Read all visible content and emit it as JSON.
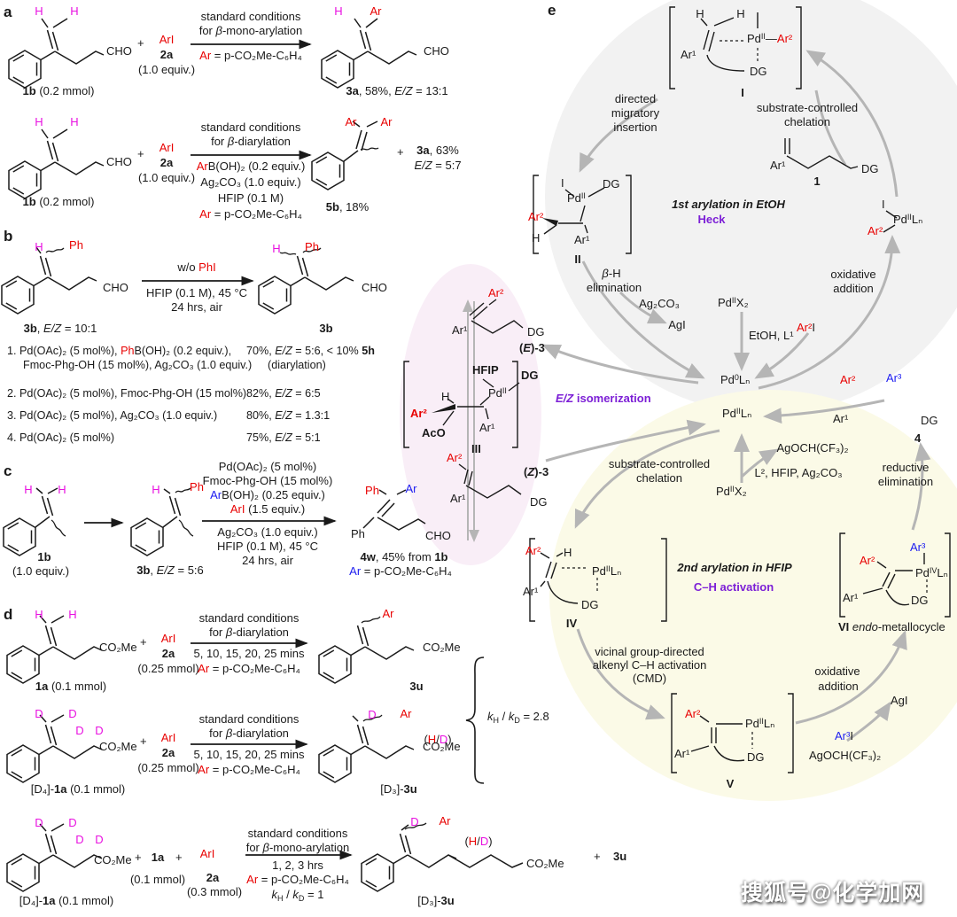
{
  "colors": {
    "red": "#e80202",
    "magenta": "#e811e0",
    "blue": "#1d1df0",
    "purple": "#7c1fd6",
    "gray_arrow": "#b5b5b5",
    "cycle1_bg": "#f2f2f2",
    "cycle2_bg": "#fbfae7",
    "iso_bg": "#f9eef7"
  },
  "chem": {
    "h": "H",
    "d": "D",
    "ar": "Ar",
    "ph": "Ph",
    "ari": "ArI",
    "phi": "PhI",
    "cho": "CHO",
    "co2me": "CO₂Me",
    "dg": "DG",
    "plus": "+",
    "i": "I",
    "pd": "Pd",
    "ox0": "0",
    "ox2": "II",
    "ox4": "IV",
    "ln": "Lₙ",
    "x2": "X₂",
    "ar1": "Ar¹",
    "ar2": "Ar²",
    "ar3": "Ar³",
    "ez": "E/Z",
    "beta": "β",
    "for": "for ",
    "std": "standard conditions",
    "mono": "-mono-arylation",
    "di": "-diarylation",
    "ar_formula": " = p-CO₂Me-C₆H₄",
    "two_a": "2a",
    "dash": "—",
    "paren_l": "(",
    "paren_r": ")",
    "slash": "/",
    "k": "k",
    "sub_h": "H",
    "sub_d": "D"
  },
  "a": {
    "panel": "a",
    "r1": {
      "cap_b": "1b",
      "cap": " (0.2 mmol)",
      "equiv": "(1.0 equiv.)",
      "prod_b": "3a",
      "prod_mid": ", 58%, ",
      "prod_val": " = 13:1"
    },
    "r2": {
      "below1": "B(OH)₂ (0.2 equiv.)",
      "below2": "Ag₂CO₃ (1.0 equiv.)",
      "below3": "HFIP (0.1 M)",
      "prod_b": "5b",
      "prod": ", 18%",
      "by_b": "3a",
      "by": ", 63%",
      "by_val": " = 5:7"
    }
  },
  "b": {
    "panel": "b",
    "cap_b": "3b",
    "cap_mid": ", ",
    "cap_val": " = 10:1",
    "above_pre": "w/o ",
    "below1": "HFIP (0.1 M), 45 °C",
    "below2": "24 hrs, air",
    "prod_b": "3b",
    "e1_pre": "1. Pd(OAc)₂ (5 mol%), ",
    "e1_post": "B(OH)₂ (0.2 equiv.),",
    "e1_l2": "Fmoc-Phg-OH (15 mol%), Ag₂CO₃ (1.0 equiv.)",
    "e1_r1": "70%, ",
    "e1_r2": " = 5:6, < 10% ",
    "e1_r3": "5h",
    "e1_r4": "(diarylation)",
    "e2": "2. Pd(OAc)₂ (5 mol%), Fmoc-Phg-OH (15 mol%)",
    "e2_r1": "82%, ",
    "e2_r2": " = 6:5",
    "e3": "3. Pd(OAc)₂ (5 mol%), Ag₂CO₃ (1.0 equiv.)",
    "e3_r1": "80%, ",
    "e3_r2": " = 1.3:1",
    "e4": "4. Pd(OAc)₂ (5 mol%)",
    "e4_r1": "75%, ",
    "e4_r2": " = 5:1"
  },
  "c": {
    "panel": "c",
    "s1_b": "1b",
    "s1_equiv": "(1.0 equiv.)",
    "s2_b": "3b",
    "s2_mid": ", ",
    "s2_val": " = 5:6",
    "above1": "Pd(OAc)₂ (5 mol%)",
    "above2": "Fmoc-Phg-OH (15 mol%)",
    "above3": "B(OH)₂ (0.25 equiv.)",
    "above4": " (1.5 equiv.)",
    "below1": "Ag₂CO₃ (1.0 equiv.)",
    "below2": "HFIP (0.1 M), 45 °C",
    "below3": "24 hrs, air",
    "prod_b": "4w",
    "prod_mid": ", 45% from ",
    "prod_b2": "1b"
  },
  "d": {
    "panel": "d",
    "r1_cap_b": "1a",
    "r1_cap": " (0.1 mmol)",
    "equiv1": "(0.25 mmol)",
    "below1": "5, 10, 15, 20, 25 mins",
    "prod1": "3u",
    "r2_cap_pre": "[D₄]-",
    "r2_cap_b": "1a",
    "r2_cap": " (0.1 mmol)",
    "prod2_pre": "[D₃]-",
    "prod2_b": "3u",
    "kie_sl": " / ",
    "kie_v": " = 2.8",
    "r3_1a": "1a",
    "r3_equiv1": "(0.1 mmol)",
    "r3_equiv2": "(0.3 mmol)",
    "r3_below1": "1, 2, 3 hrs",
    "r3_kie_v": " = 1"
  },
  "e": {
    "panel": "e",
    "lbl_i": "I",
    "lbl_ii": "II",
    "lbl_iii": "III",
    "lbl_iv": "IV",
    "lbl_v": "V",
    "lbl_vi": "VI",
    "vi_endo": " endo",
    "vi_rest": "-metallocycle",
    "c1": "1",
    "c4": "4",
    "dir1": "directed",
    "dir2": "migratory",
    "dir3": "insertion",
    "chel1": "substrate-controlled",
    "chel2": "chelation",
    "cycle1a": "1st arylation in EtOH",
    "cycle1b": "Heck",
    "bh1": "-H",
    "bh2": "elimination",
    "ag2co3": "Ag₂CO₃",
    "agi": "AgI",
    "etohl": "EtOH, L¹",
    "oxa1": "oxidative",
    "oxa2": "addition",
    "ez_rest": " isomerization",
    "agoch": "AgOCH(CF₃)₂",
    "l2line": "L², HFIP, Ag₂CO₃",
    "cycle2a": "2nd arylation in HFIP",
    "cycle2b": "C–H activation",
    "vic1": "vicinal group-directed",
    "vic2": "alkenyl C–H activation",
    "vic3": "(CMD)",
    "red1": "reductive",
    "red2": "elimination",
    "hfip": "HFIP",
    "aco": "AcO",
    "e3_pre": "(",
    "e3_it": "E",
    "e3_post": ")-3",
    "z3_pre": "(",
    "z3_it": "Z",
    "z3_post": ")-3"
  },
  "watermark": "搜狐号@化学加网"
}
